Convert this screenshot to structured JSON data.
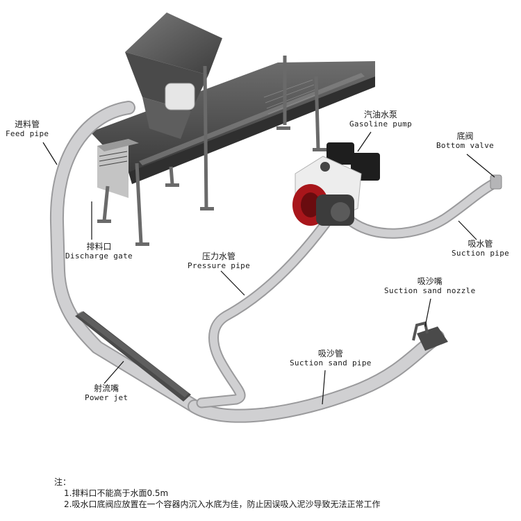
{
  "labels": {
    "feed_pipe": {
      "zh": "进料管",
      "en": "Feed pipe"
    },
    "discharge_gate": {
      "zh": "排料口",
      "en": "Discharge gate"
    },
    "pressure_pipe": {
      "zh": "压力水管",
      "en": "Pressure pipe"
    },
    "gasoline_pump": {
      "zh": "汽油水泵",
      "en": "Gasoline pump"
    },
    "bottom_valve": {
      "zh": "底阀",
      "en": "Bottom valve"
    },
    "suction_pipe": {
      "zh": "吸水管",
      "en": "Suction pipe"
    },
    "suction_sand_nozzle": {
      "zh": "吸沙嘴",
      "en": "Suction sand nozzle"
    },
    "suction_sand_pipe": {
      "zh": "吸沙管",
      "en": "Suction sand pipe"
    },
    "power_jet": {
      "zh": "射流嘴",
      "en": "Power jet"
    }
  },
  "notes": {
    "heading": "注：",
    "items": [
      "1.排料口不能高于水面0.5m",
      "2.吸水口底阀应放置在一个容器内沉入水底为佳，防止因误吸入泥沙导致无法正常工作"
    ]
  },
  "colors": {
    "pipe": "#c9c9cb",
    "metal_dark": "#3b3b3b",
    "metal_mid": "#5a5a5a",
    "engine_red": "#a8161b",
    "leader": "#111111"
  }
}
